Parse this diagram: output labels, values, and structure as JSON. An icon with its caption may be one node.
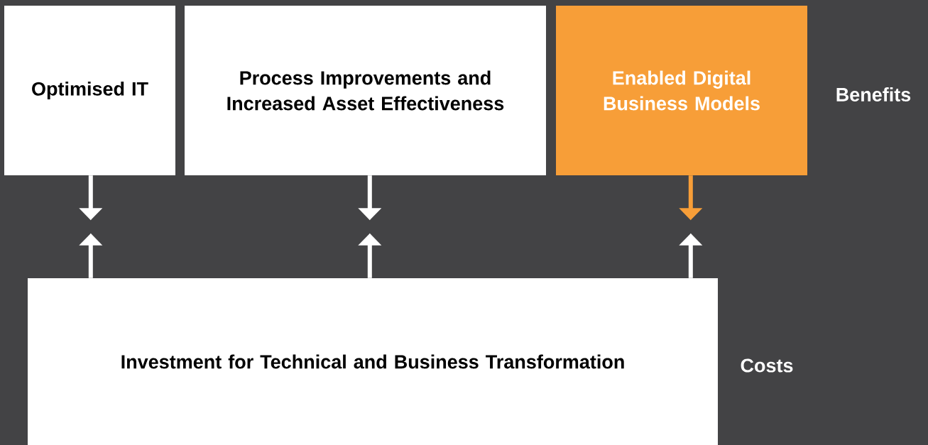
{
  "diagram": {
    "nodes": [
      {
        "text": [
          "Optimised IT"
        ]
      },
      {
        "text": [
          "Process Improvements and Increased Asset Effectiveness"
        ]
      },
      {
        "text": [
          "Enabled Digital Business Models"
        ]
      },
      {
        "text": [
          "Investment for Technical and Business Transformation"
        ]
      }
    ],
    "edges": [
      {
        "from": 0,
        "to": null,
        "arrow": "to"
      },
      {
        "from": 1,
        "to": null,
        "arrow": "to"
      },
      {
        "from": 2,
        "to": null,
        "arrow": "to",
        "color": "#f79e38"
      },
      {
        "from": 3,
        "to": null,
        "arrow": "to"
      },
      {
        "from": 3,
        "to": null,
        "arrow": "to"
      },
      {
        "from": 3,
        "to": null,
        "arrow": "to"
      }
    ],
    "labels": [
      "Benefits",
      "Costs"
    ]
  }
}
